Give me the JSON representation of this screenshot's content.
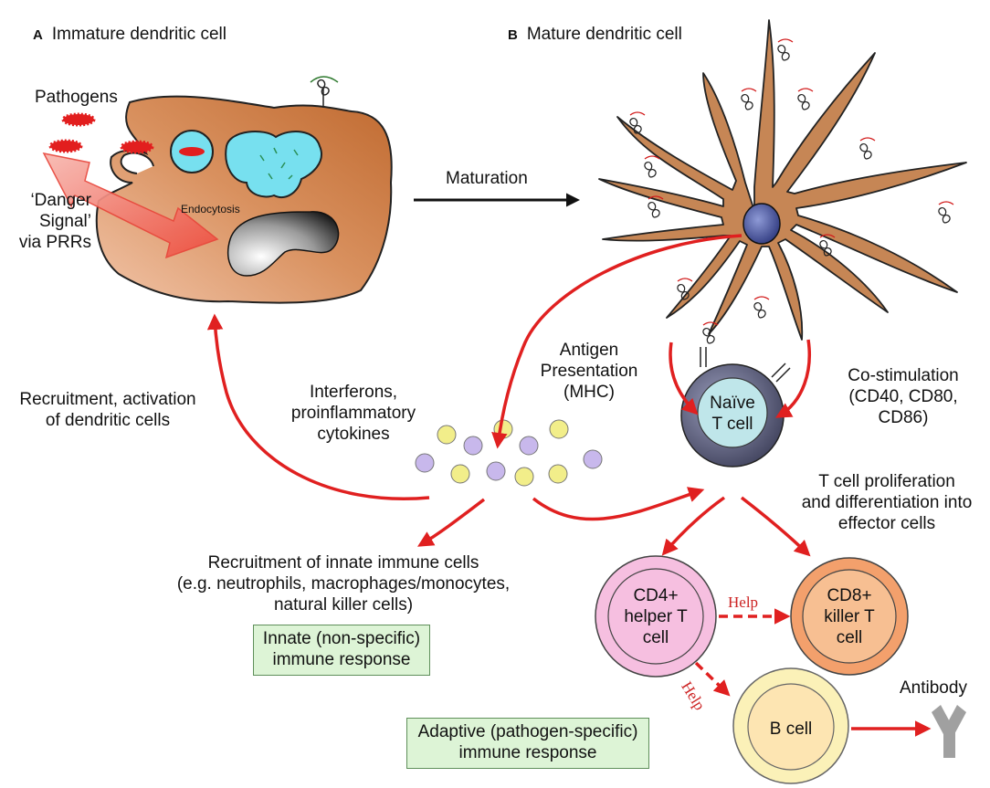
{
  "panel_a": {
    "letter": "A",
    "title": "Immature dendritic cell",
    "pathogens_label": "Pathogens",
    "endocytosis_label": "Endocytosis",
    "danger_signal_lines": [
      "‘Danger",
      "Signal’",
      "via PRRs"
    ]
  },
  "panel_b": {
    "letter": "B",
    "title": "Mature dendritic cell"
  },
  "maturation_label": "Maturation",
  "antigen_presentation_lines": [
    "Antigen",
    "Presentation",
    "(MHC)"
  ],
  "costimulation_lines": [
    "Co-stimulation",
    "(CD40, CD80,",
    "CD86)"
  ],
  "naive_t_cell_lines": [
    "Naïve",
    "T cell"
  ],
  "interferons_lines": [
    "Interferons,",
    "proinflammatory",
    "cytokines"
  ],
  "recruitment_dc_lines": [
    "Recruitment, activation",
    "of dendritic cells"
  ],
  "recruitment_innate_lines": [
    "Recruitment of innate immune cells",
    "(e.g.  neutrophils, macrophages/monocytes,",
    "natural killer cells)"
  ],
  "innate_box_lines": [
    "Innate (non-specific)",
    "immune response"
  ],
  "t_prolif_lines": [
    "T cell proliferation",
    "and differentiation into",
    "effector cells"
  ],
  "cd4_lines": [
    "CD4+",
    "helper T",
    "cell"
  ],
  "cd8_lines": [
    "CD8+",
    "killer T",
    "cell"
  ],
  "help_label_1": "Help",
  "help_label_2": "Help",
  "b_cell_label": "B cell",
  "antibody_label": "Antibody",
  "adaptive_box_lines": [
    "Adaptive (pathogen-specific)",
    "immune response"
  ],
  "colors": {
    "arrow_red": "#e02020",
    "cell_brown": "#c98a5c",
    "naive_outer": "#5c5f7a",
    "naive_inner": "#bfe6ea",
    "cd4_fill": "#f6bfe0",
    "cd8_fill": "#f3a06c",
    "bcell_fill": "#fbf1b8",
    "cytokine_yellow": "#f2ee8a",
    "cytokine_purple": "#c8b8ec",
    "box_green": "#ddf4d6"
  }
}
